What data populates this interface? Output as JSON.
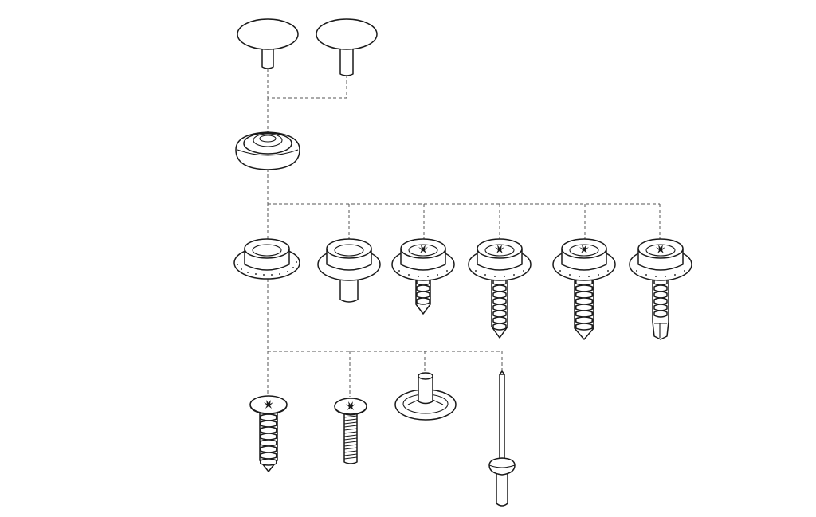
{
  "diagram": {
    "background": "#ffffff",
    "line_color": "#1a1a1a",
    "connector_color": "#555555",
    "rows": [
      {
        "id": "caps",
        "parts": [
          "cap-a",
          "cap-b"
        ]
      },
      {
        "id": "socket",
        "parts": [
          "socket"
        ]
      },
      {
        "id": "studs",
        "parts": [
          "stud-eyelet",
          "stud-post",
          "stud-screw-short",
          "stud-screw-medium",
          "stud-screw-long",
          "stud-self-drilling"
        ]
      },
      {
        "id": "fasteners",
        "parts": [
          "wood-screw",
          "machine-screw",
          "rivet-post",
          "blind-rivet"
        ]
      }
    ],
    "icons": [
      "phillips-cross-icon"
    ]
  }
}
